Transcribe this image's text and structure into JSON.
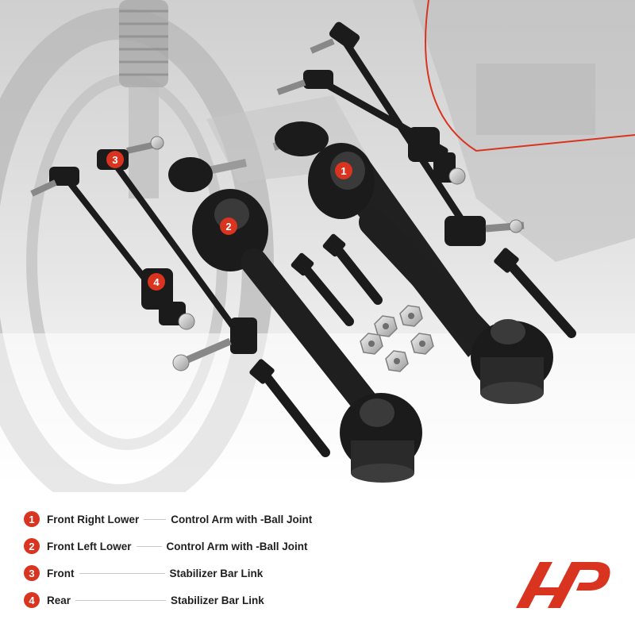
{
  "callouts": [
    "1",
    "2",
    "3",
    "4"
  ],
  "legend": [
    {
      "num": "1",
      "left": "Front Right Lower",
      "right": "Control Arm with -Ball Joint"
    },
    {
      "num": "2",
      "left": "Front Left Lower",
      "right": "Control Arm with -Ball Joint"
    },
    {
      "num": "3",
      "left": "Front",
      "right": "Stabilizer Bar Link"
    },
    {
      "num": "4",
      "left": "Rear",
      "right": "Stabilizer Bar Link"
    }
  ],
  "colors": {
    "accent": "#d9341f",
    "parts": "#1b1b1b",
    "background_gray": "#d6d6d6"
  },
  "icons": {
    "logo": "brand-logo-icon"
  }
}
